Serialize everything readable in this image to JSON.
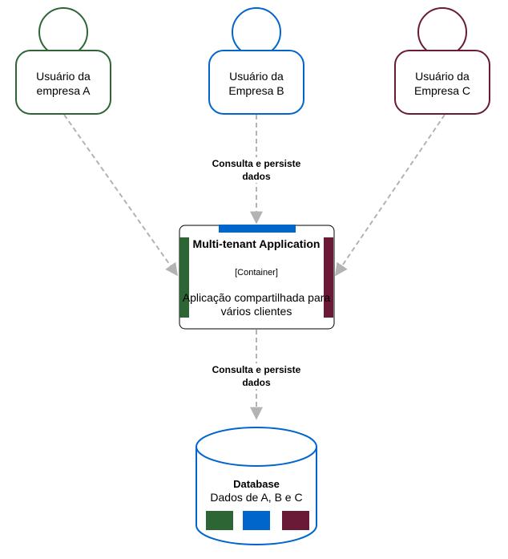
{
  "colors": {
    "company_a": "#2d6535",
    "company_b": "#0066cc",
    "company_c": "#6a1a36",
    "edge": "#b3b3b3"
  },
  "persons": [
    {
      "label": "Usuário da empresa A"
    },
    {
      "label": "Usuário da Empresa B"
    },
    {
      "label": "Usuário da Empresa C"
    }
  ],
  "edges": {
    "persist_label_1": "Consulta e persiste dados",
    "persist_label_2": "Consulta e persiste dados"
  },
  "app": {
    "title": "Multi-tenant Application",
    "technology": "[Container]",
    "description": "Aplicação compartilhada para vários clientes"
  },
  "database": {
    "title": "Database",
    "description": "Dados de A, B e C"
  }
}
